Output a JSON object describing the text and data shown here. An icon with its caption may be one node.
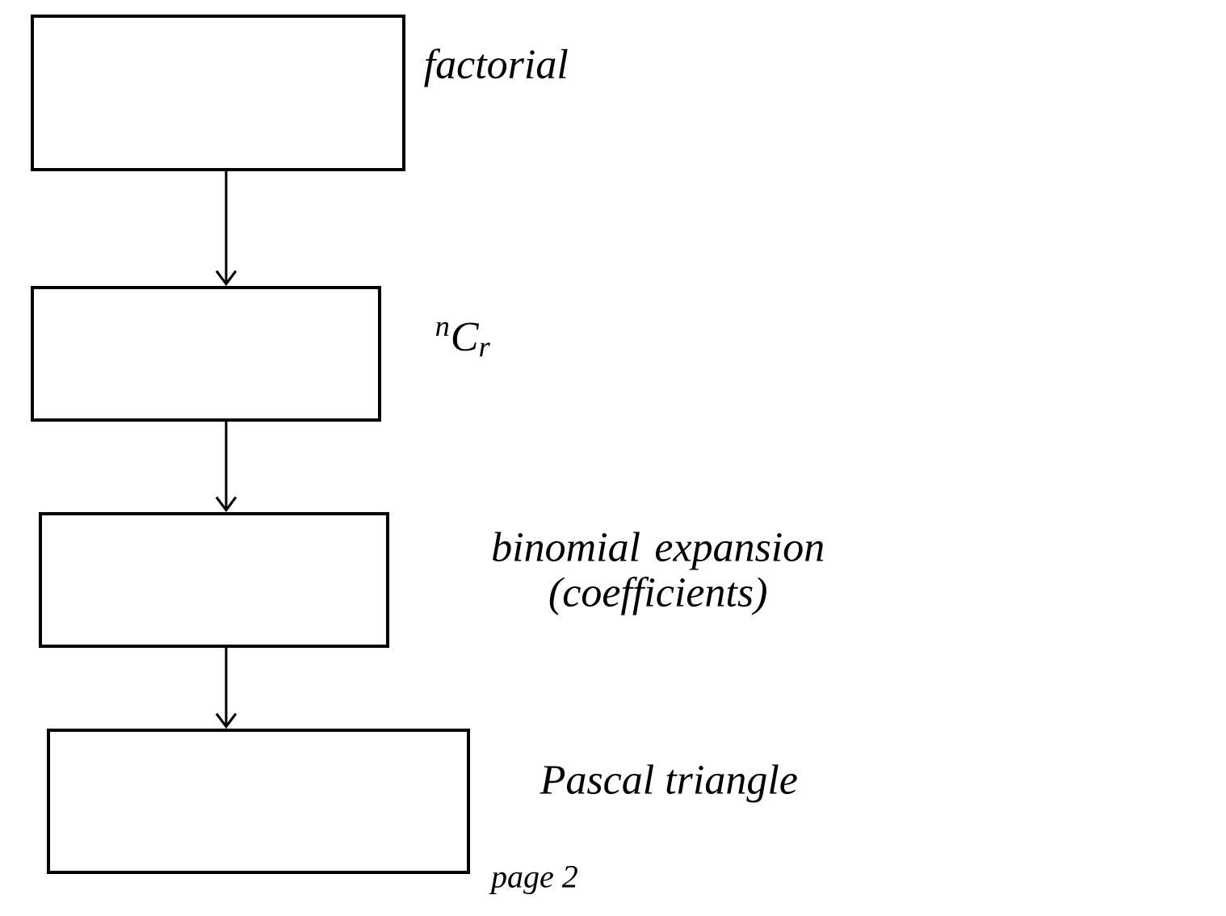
{
  "diagram": {
    "nodes": [
      {
        "text": [],
        "shape": "box",
        "beside": [
          "factorial"
        ]
      },
      {
        "text": [],
        "shape": "box",
        "beside": [
          "$^{n}$C$_{r}$"
        ]
      },
      {
        "text": [],
        "shape": "box",
        "beside": [
          "binomial expansion (coefficients)"
        ]
      },
      {
        "text": [],
        "shape": "box",
        "beside": [
          "Pascal triangle"
        ]
      }
    ],
    "edges": [
      {
        "from": 0,
        "to": 1,
        "arrow": "to"
      },
      {
        "from": 1,
        "to": 2,
        "arrow": "to"
      },
      {
        "from": 2,
        "to": 3,
        "arrow": "to"
      }
    ],
    "labels": [
      "page 2"
    ]
  }
}
